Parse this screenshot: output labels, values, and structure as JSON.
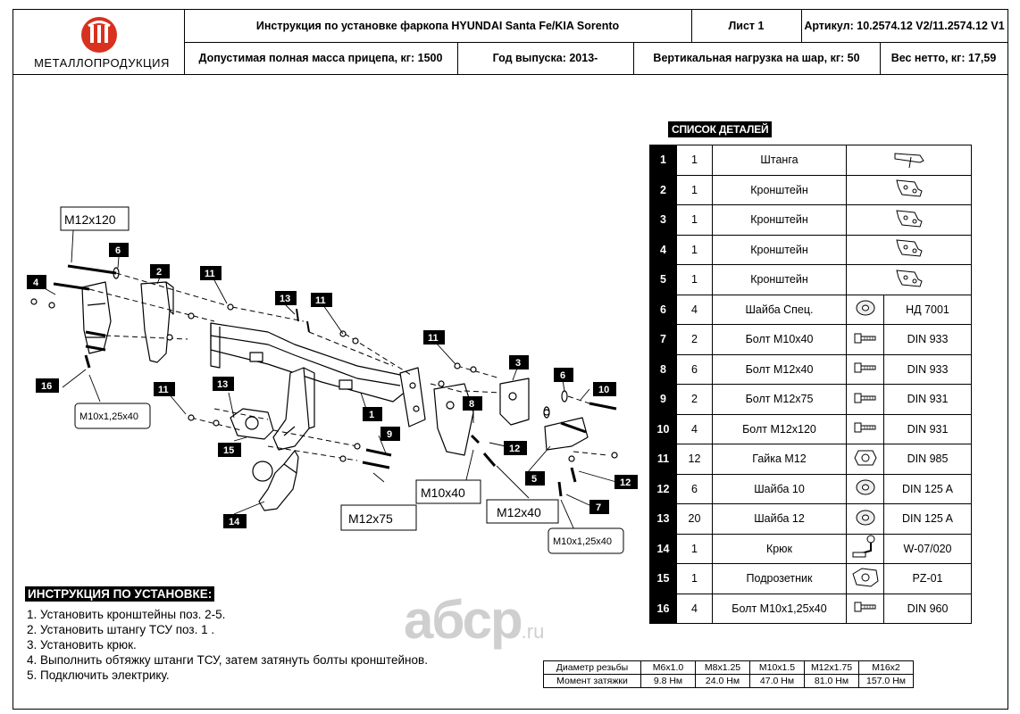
{
  "header": {
    "brand": "МЕТАЛЛОПРОДУКЦИЯ",
    "title": "Инструкция по установке фаркопа HYUNDAI Santa Fe/KIA Sorento",
    "sheet": "Лист 1",
    "article": "Артикул: 10.2574.12 V2/11.2574.12 V1",
    "max_mass": "Допустимая полная масса прицепа, кг: 1500",
    "year": "Год выпуска: 2013-",
    "vertical_load": "Вертикальная нагрузка на шар, кг: 50",
    "net_weight": "Вес нетто, кг: 17,59"
  },
  "diagram": {
    "labels": {
      "m12x120": "M12x120",
      "m10x125_left": "M10x1,25x40",
      "m10x40": "M10x40",
      "m12x40": "M12x40",
      "m12x75": "M12x75",
      "m10x125_right": "M10x1,25x40"
    },
    "callouts": {
      "c1": "1",
      "c2": "2",
      "c3": "3",
      "c4": "4",
      "c5": "5",
      "c6a": "6",
      "c6b": "6",
      "c7": "7",
      "c8": "8",
      "c9": "9",
      "c10": "10",
      "c11a": "11",
      "c11b": "11",
      "c11c": "11",
      "c11d": "11",
      "c12a": "12",
      "c12b": "12",
      "c13a": "13",
      "c13b": "13",
      "c14": "14",
      "c15": "15",
      "c16": "16"
    }
  },
  "parts": {
    "title": "СПИСОК ДЕТАЛЕЙ",
    "rows": [
      {
        "num": "1",
        "qty": "1",
        "name": "Штанга",
        "std": "",
        "icon": "bar-icon"
      },
      {
        "num": "2",
        "qty": "1",
        "name": "Кронштейн",
        "std": "",
        "icon": "bracket-icon"
      },
      {
        "num": "3",
        "qty": "1",
        "name": "Кронштейн",
        "std": "",
        "icon": "bracket-icon"
      },
      {
        "num": "4",
        "qty": "1",
        "name": "Кронштейн",
        "std": "",
        "icon": "bracket-icon"
      },
      {
        "num": "5",
        "qty": "1",
        "name": "Кронштейн",
        "std": "",
        "icon": "bracket-icon"
      },
      {
        "num": "6",
        "qty": "4",
        "name": "Шайба Спец.",
        "std": "НД 7001",
        "icon": "washer-icon"
      },
      {
        "num": "7",
        "qty": "2",
        "name": "Болт M10x40",
        "std": "DIN 933",
        "icon": "bolt-icon"
      },
      {
        "num": "8",
        "qty": "6",
        "name": "Болт M12x40",
        "std": "DIN 933",
        "icon": "bolt-icon"
      },
      {
        "num": "9",
        "qty": "2",
        "name": "Болт M12x75",
        "std": "DIN 931",
        "icon": "bolt-icon"
      },
      {
        "num": "10",
        "qty": "4",
        "name": "Болт M12x120",
        "std": "DIN 931",
        "icon": "bolt-icon"
      },
      {
        "num": "11",
        "qty": "12",
        "name": "Гайка M12",
        "std": "DIN 985",
        "icon": "nut-icon"
      },
      {
        "num": "12",
        "qty": "6",
        "name": "Шайба 10",
        "std": "DIN 125 A",
        "icon": "washer-icon"
      },
      {
        "num": "13",
        "qty": "20",
        "name": "Шайба 12",
        "std": "DIN 125 A",
        "icon": "washer-icon"
      },
      {
        "num": "14",
        "qty": "1",
        "name": "Крюк",
        "std": "W-07/020",
        "icon": "hook-icon"
      },
      {
        "num": "15",
        "qty": "1",
        "name": "Подрозетник",
        "std": "PZ-01",
        "icon": "socket-plate-icon"
      },
      {
        "num": "16",
        "qty": "4",
        "name": "Болт M10x1,25x40",
        "std": "DIN 960",
        "icon": "bolt-icon"
      }
    ]
  },
  "instructions": {
    "title": "ИНСТРУКЦИЯ ПО УСТАНОВКЕ:",
    "steps": [
      "1. Установить кронштейны поз. 2-5.",
      "2. Установить штангу ТСУ поз. 1 .",
      "3. Установить крюк.",
      "4. Выполнить обтяжку штанги ТСУ, затем затянуть болты кронштейнов.",
      "5. Подключить электрику."
    ]
  },
  "torque": {
    "row1_label": "Диаметр резьбы",
    "row2_label": "Момент затяжки",
    "threads": [
      "M6x1.0",
      "M8x1.25",
      "M10x1.5",
      "M12x1.75",
      "M16x2"
    ],
    "torques": [
      "9.8 Нм",
      "24.0 Нм",
      "47.0 Нм",
      "81.0 Нм",
      "157.0 Нм"
    ]
  },
  "watermark": {
    "main": "абср",
    "suffix": ".ru"
  },
  "colors": {
    "ink": "#000000",
    "paper": "#ffffff",
    "watermark": "#cfcfcf",
    "logo": "#d9301f"
  }
}
